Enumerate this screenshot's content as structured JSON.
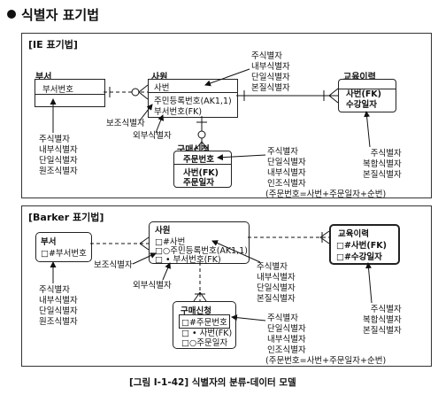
{
  "heading": "식별자 표기법",
  "ie": {
    "title": "[IE 표기법]",
    "dept": {
      "name": "부서",
      "attr": "부서번호"
    },
    "dept_notes": [
      "주식별자",
      "내부식별자",
      "단일식별자",
      "원조식별자"
    ],
    "emp": {
      "name": "사원",
      "key": "사번",
      "attrs": [
        "주민등록번호(AK1,1)",
        "부서번호(FK)"
      ]
    },
    "emp_notes": [
      "주식별자",
      "내부식별자",
      "단일식별자",
      "본질식별자"
    ],
    "sub_label": "보조식별자",
    "ext_label": "외부식별자",
    "edu": {
      "name": "교육이력",
      "keys": [
        "사번(FK)",
        "수강일자"
      ]
    },
    "edu_notes": [
      "주식별자",
      "복합식별자",
      "본질식별자"
    ],
    "order": {
      "name": "구매신청",
      "key": "주문번호",
      "attrs": [
        "사번(FK)",
        "주문일자"
      ]
    },
    "order_notes": [
      "주식별자",
      "단일식별자",
      "내부식별자",
      "인조식별자",
      "(주문번호=사번+주문일자+순번)"
    ]
  },
  "barker": {
    "title": "[Barker 표기법]",
    "dept": {
      "name": "부서",
      "attr": "□#부서번호"
    },
    "dept_notes": [
      "주식별자",
      "내부식별자",
      "단일식별자",
      "원조식별자"
    ],
    "emp": {
      "name": "사원",
      "attrs": [
        "□#사번",
        "□○주민등록번호(AK1,1)",
        "□ • 부서번호(FK)"
      ]
    },
    "emp_notes": [
      "주식별자",
      "내부식별자",
      "단일식별자",
      "본질식별자"
    ],
    "sub_label": "보조식별자",
    "ext_label": "외부식별자",
    "edu": {
      "name": "교육이력",
      "attrs": [
        "□#사번(FK)",
        "□#수강일자"
      ]
    },
    "edu_notes": [
      "주식별자",
      "복합식별자",
      "본질식별자"
    ],
    "order": {
      "name": "구매신청",
      "attrs": [
        "□#주문번호",
        "□ • 사번(FK)",
        "□○주문일자"
      ]
    },
    "order_notes": [
      "주식별자",
      "단일식별자",
      "내부식별자",
      "인조식별자",
      "(주문번호=사번+주문일자+순번)"
    ]
  },
  "caption": "[그림 Ⅰ-1-42] 식별자의 분류-데이터 모델"
}
